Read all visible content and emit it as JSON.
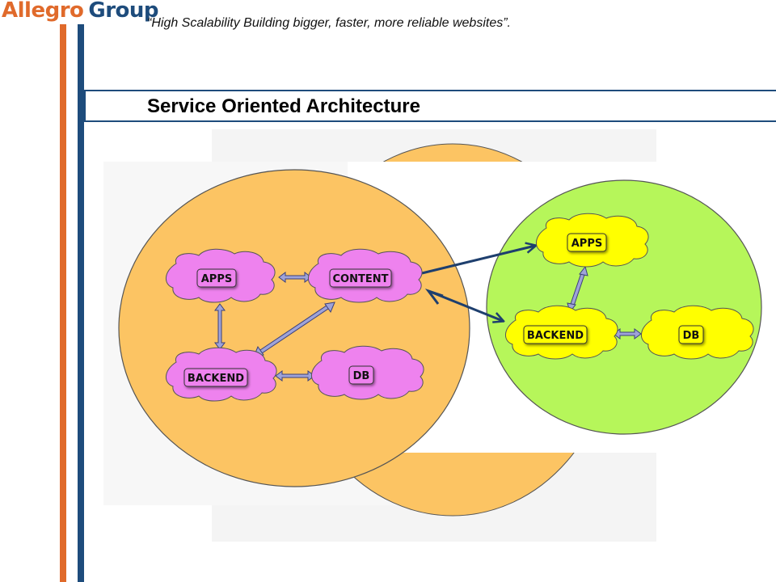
{
  "header": {
    "logo_word1": "Allegro",
    "logo_word2": "Group",
    "tagline": "“High Scalability Building bigger, faster, more reliable websites”."
  },
  "slide": {
    "title": "Service Oriented Architecture"
  },
  "diagram": {
    "left_cluster": {
      "color": "#fcc463",
      "nodes": [
        {
          "id": "apps",
          "label": "APPS",
          "color": "#ee82ee"
        },
        {
          "id": "content",
          "label": "CONTENT",
          "color": "#ee82ee"
        },
        {
          "id": "backend",
          "label": "BACKEND",
          "color": "#ee82ee"
        },
        {
          "id": "db",
          "label": "DB",
          "color": "#ee82ee"
        }
      ]
    },
    "right_cluster": {
      "color": "#b6f65a",
      "nodes": [
        {
          "id": "apps",
          "label": "APPS",
          "color": "#ffff00"
        },
        {
          "id": "backend",
          "label": "BACKEND",
          "color": "#ffff00"
        },
        {
          "id": "db",
          "label": "DB",
          "color": "#ffff00"
        }
      ]
    },
    "edges": [
      {
        "from": "left.apps",
        "to": "left.content",
        "style": "double-arrow"
      },
      {
        "from": "left.apps",
        "to": "left.backend",
        "style": "double-arrow"
      },
      {
        "from": "left.content",
        "to": "left.backend",
        "style": "double-arrow"
      },
      {
        "from": "left.backend",
        "to": "left.db",
        "style": "double-arrow"
      },
      {
        "from": "right.apps",
        "to": "right.backend",
        "style": "double-arrow"
      },
      {
        "from": "right.backend",
        "to": "right.db",
        "style": "double-arrow"
      },
      {
        "from": "left.content",
        "to": "right.apps",
        "style": "navy-arrow"
      },
      {
        "from": "left.content",
        "to": "right.backend",
        "style": "navy-arrow"
      }
    ],
    "colors": {
      "arrow_fill": "#9fa3d8",
      "arrow_stroke": "#3a3f7a",
      "navy_arrow": "#1e3f6e"
    }
  }
}
